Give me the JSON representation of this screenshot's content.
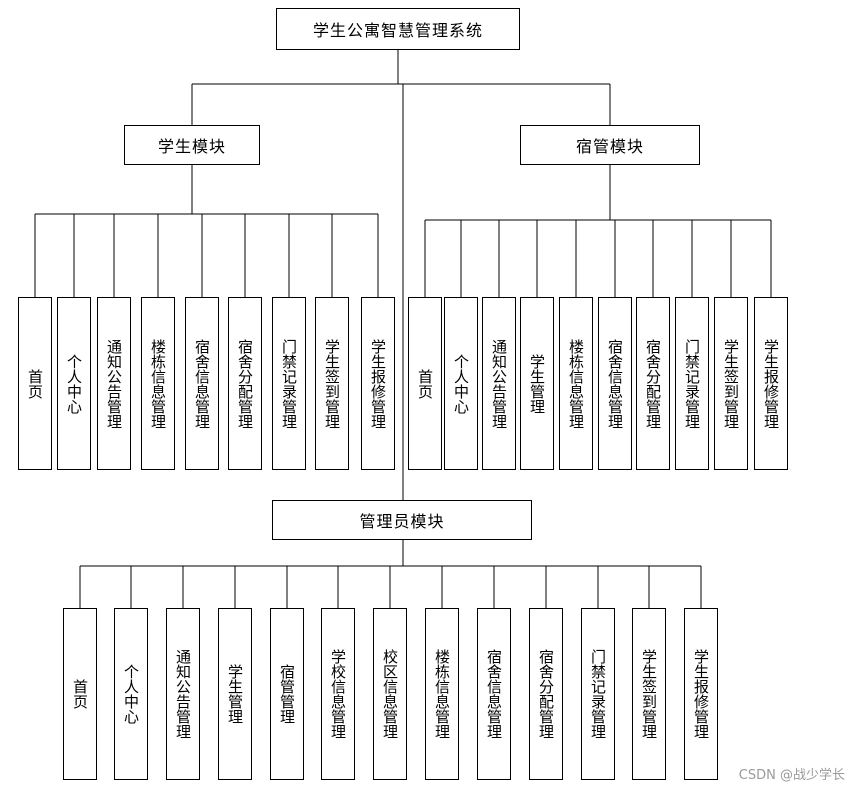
{
  "root": {
    "label": "学生公寓智慧管理系统"
  },
  "modules": [
    {
      "label": "学生模块",
      "items": [
        "首页",
        "个人中心",
        "通知公告管理",
        "楼栋信息管理",
        "宿舍信息管理",
        "宿舍分配管理",
        "门禁记录管理",
        "学生签到管理",
        "学生报修管理"
      ]
    },
    {
      "label": "宿管模块",
      "items": [
        "首页",
        "个人中心",
        "通知公告管理",
        "学生管理",
        "楼栋信息管理",
        "宿舍信息管理",
        "宿舍分配管理",
        "门禁记录管理",
        "学生签到管理",
        "学生报修管理"
      ]
    },
    {
      "label": "管理员模块",
      "items": [
        "首页",
        "个人中心",
        "通知公告管理",
        "学生管理",
        "宿管管理",
        "学校信息管理",
        "校区信息管理",
        "楼栋信息管理",
        "宿舍信息管理",
        "宿舍分配管理",
        "门禁记录管理",
        "学生签到管理",
        "学生报修管理"
      ]
    }
  ],
  "watermark": "CSDN @战少学长"
}
